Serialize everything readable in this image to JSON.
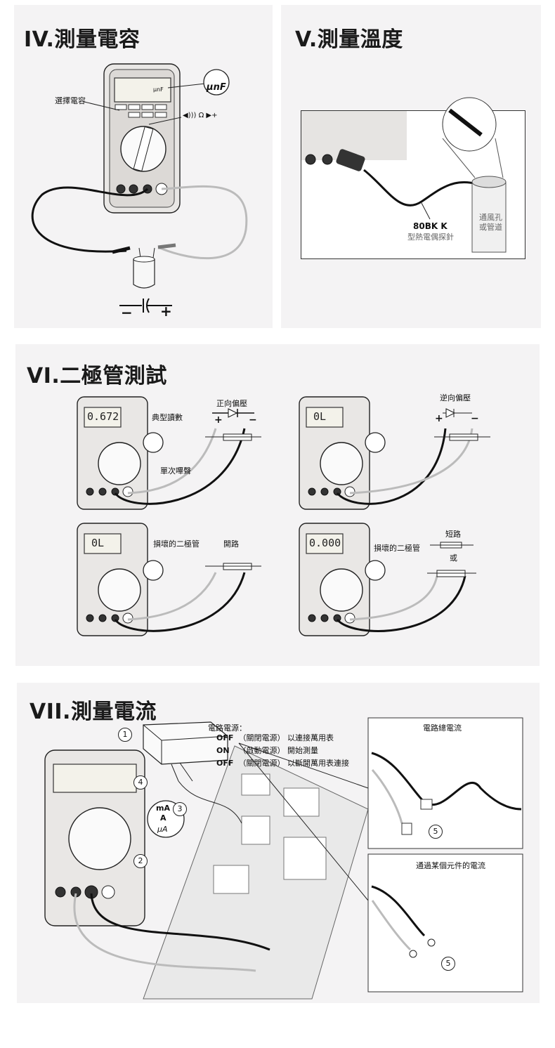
{
  "sections": {
    "capacitance": {
      "title": "IV.測量電容",
      "unit_label": "µnF",
      "select_label": "選擇電容",
      "beep_symbol": "◀))) Ω ▶+",
      "display_unit": "µnF"
    },
    "temperature": {
      "title": "V.測量溫度",
      "probe_model": "80BK K",
      "probe_desc": "型熱電偶探針",
      "vent_label_1": "通風孔",
      "vent_label_2": "或管道"
    },
    "diode": {
      "title": "VI.二極管測試",
      "forward_label": "正向偏壓",
      "reverse_label": "逆向偏壓",
      "typical_reading": "典型讀數",
      "single_beep": "單次嗶聲",
      "bad_diode_1": "損壞的二極管",
      "open_label": "開路",
      "bad_diode_2": "損壞的二極管",
      "short_label": "短路",
      "or_label": "或",
      "reading_1": "0.672",
      "reading_2": "0L",
      "reading_3": "0L",
      "reading_4": "0.000",
      "plus": "+",
      "minus": "−"
    },
    "current": {
      "title": "VII.測量電流",
      "power_heading": "電路電源：",
      "steps": [
        {
          "state": "OFF",
          "paren": "關閉電源",
          "action": "以連接萬用表"
        },
        {
          "state": "ON",
          "paren": "啟動電源",
          "action": "開始測量"
        },
        {
          "state": "OFF",
          "paren": "關閉電源",
          "action": "以斷開萬用表連接"
        }
      ],
      "total_current": "電路總電流",
      "component_current": "通過某個元件的電流",
      "callouts": [
        "1",
        "2",
        "3",
        "4",
        "5",
        "5"
      ],
      "ma_label": "mA",
      "a_label": "A",
      "ua_label": "µA"
    }
  }
}
